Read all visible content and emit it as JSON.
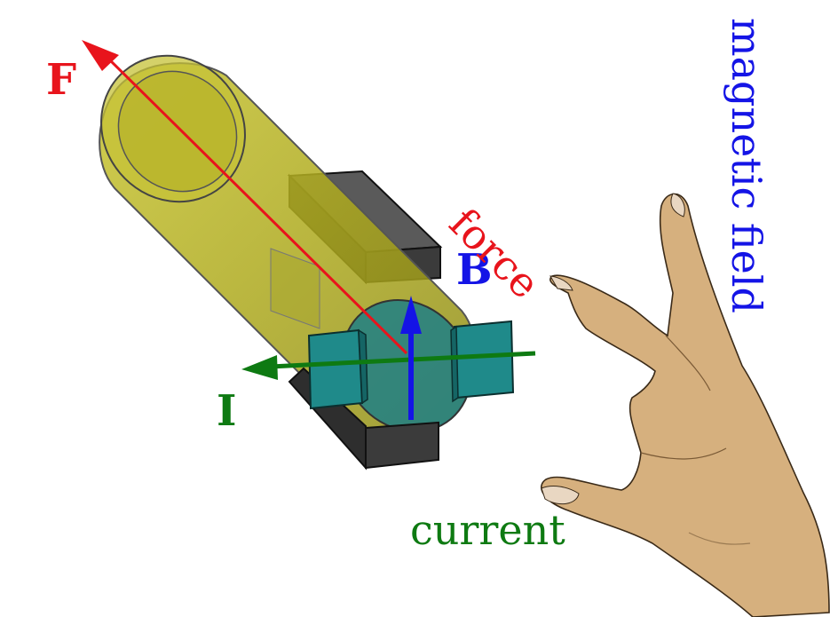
{
  "labels": {
    "force_vector": "F",
    "field_vector": "B",
    "current_vector": "I",
    "force_word": "force",
    "field_word": "magnetic field",
    "current_word": "current"
  },
  "colors": {
    "force": "#e8141c",
    "field": "#1414e6",
    "current": "#0e7a12",
    "tube": "#b7b323",
    "magnet": "#3a3a3a",
    "brush": "#1f8a8a",
    "skin": "#d6b07e"
  }
}
